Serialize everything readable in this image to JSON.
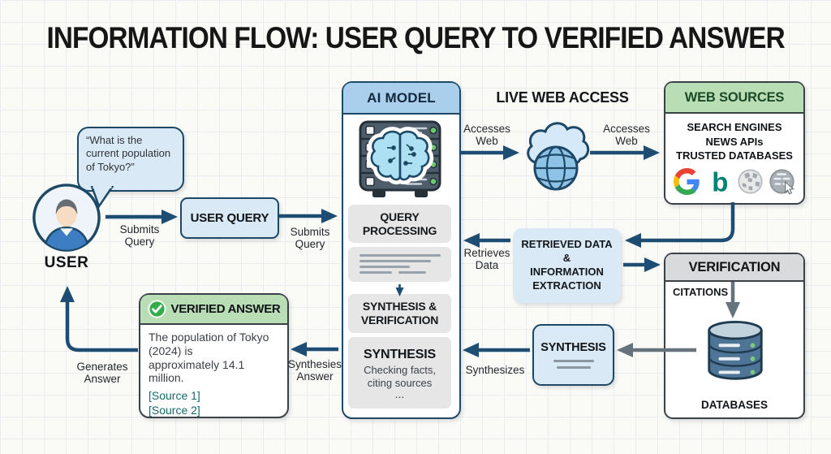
{
  "title": "INFORMATION FLOW: USER QUERY TO VERIFIED ANSWER",
  "colors": {
    "navy_arrow": "#1d4d73",
    "navy_border": "#1d4866",
    "light_blue_fill": "#d9e9f6",
    "ai_header_blue": "#a9cfec",
    "green_header": "#b9ddb4",
    "gray_band": "#d9dadb",
    "gray_step": "#e6e6e7",
    "gray_arrow": "#67737c",
    "source_teal": "#19696c"
  },
  "user": {
    "label": "USER",
    "speech_bubble": "“What is the\ncurrent population\nof Tokyo?”"
  },
  "user_query_box": {
    "label": "USER QUERY"
  },
  "flow_labels": {
    "submits_query": "Submits\nQuery",
    "accesses_web": "Accesses\nWeb",
    "retrieves_data": "Retrieves\nData",
    "synthesizes": "Synthesizes",
    "synthesies_answer": "Synthesies\nAnswer",
    "generates_answer": "Generates\nAnswer"
  },
  "ai_model": {
    "header": "AI MODEL",
    "icon": "server-brain-icon",
    "query_processing": "QUERY\nPROCESSING",
    "synthesis_verification": "SYNTHESIS &\nVERIFICATION",
    "synthesis_title": "SYNTHESIS",
    "synthesis_subtitle": "Checking facts,\nciting sources",
    "ellipsis": "..."
  },
  "live_web_access": {
    "title": "LIVE WEB ACCESS",
    "icon": "cloud-globe-icon"
  },
  "web_sources": {
    "header": "WEB SOURCES",
    "items": "SEARCH ENGINES\nNEWS APIs\nTRUSTED DATABASES",
    "icons": [
      "google-icon",
      "bing-icon",
      "wikipedia-icon",
      "web-globe-cursor-icon"
    ]
  },
  "retrieved_data": {
    "label": "RETRIEVED DATA\n&\nINFORMATION\nEXTRACTION"
  },
  "verification": {
    "header": "VERIFICATION",
    "citations": "CITATIONS",
    "databases": "DATABASES",
    "icon": "database-icon"
  },
  "synthesis_box": {
    "title": "SYNTHESIS"
  },
  "verified_answer": {
    "header": "VERIFIED ANSWER",
    "icon": "check-circle-icon",
    "body": "The population of Tokyo\n(2024) is\napproximately 14.1\nmillion.",
    "sources": [
      "[Source 1]",
      "[Source 2]"
    ]
  }
}
